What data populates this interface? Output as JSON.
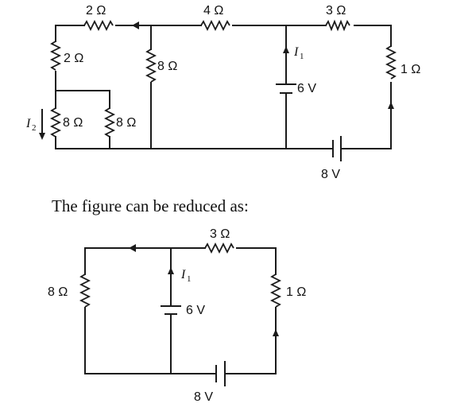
{
  "top_circuit": {
    "r_top_left": "2 Ω",
    "r_top_mid": "4 Ω",
    "r_top_right": "3 Ω",
    "r_left_upper": "2 Ω",
    "r_center": "8 Ω",
    "r_right": "1 Ω",
    "r_left_lower_a": "8 Ω",
    "r_left_lower_b": "8 Ω",
    "battery_mid": "6 V",
    "battery_bottom": "8 V",
    "current_1": "I",
    "current_1_sub": "1",
    "current_2": "I",
    "current_2_sub": "2"
  },
  "caption": "The figure can be reduced as:",
  "reduced_circuit": {
    "r_top": "3 Ω",
    "r_left": "8 Ω",
    "r_right": "1 Ω",
    "battery_mid": "6 V",
    "battery_bottom": "8 V",
    "current_1": "I",
    "current_1_sub": "1"
  }
}
